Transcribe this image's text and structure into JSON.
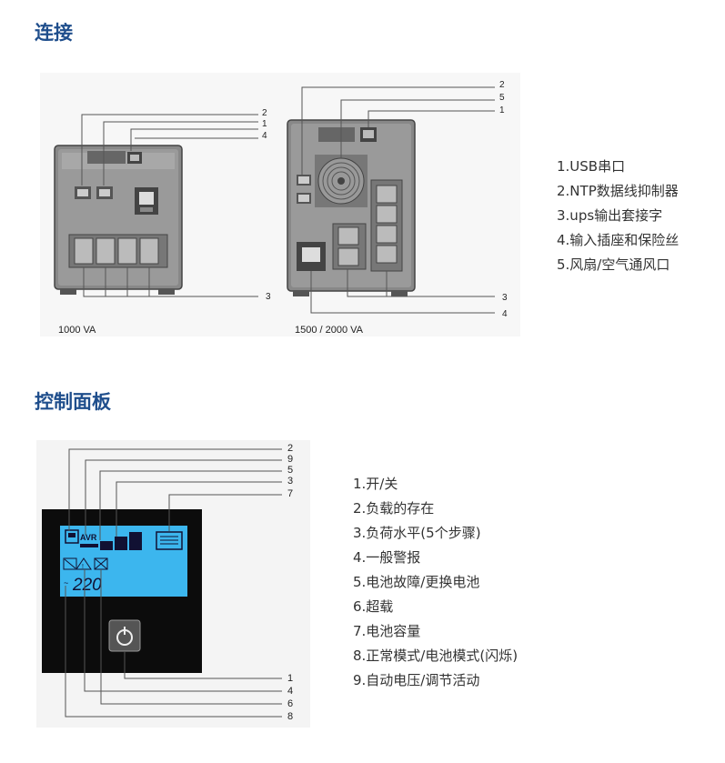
{
  "sections": {
    "connection": {
      "title": "连接",
      "figure": {
        "model_left": "1000 VA",
        "model_right": "1500 / 2000 VA",
        "left_callouts": [
          "2",
          "1",
          "4",
          "3"
        ],
        "right_callouts": [
          "2",
          "5",
          "1",
          "3",
          "4"
        ]
      },
      "legend": [
        "1.USB串口",
        "2.NTP数据线抑制器",
        "3.ups输出套接字",
        "4.输入插座和保险丝",
        "5.风扇/空气通风口"
      ]
    },
    "control_panel": {
      "title": "控制面板",
      "figure": {
        "lcd_reading": "220",
        "avr_label": "AVR",
        "top_callouts": [
          "2",
          "9",
          "5",
          "3",
          "7"
        ],
        "bottom_callouts": [
          "1",
          "4",
          "6",
          "8"
        ],
        "lcd_color": "#3cb6ee"
      },
      "legend": [
        "1.开/关",
        "2.负载的存在",
        "3.负荷水平(5个步骤)",
        "4.一般警报",
        "5.电池故障/更换电池",
        "6.超载",
        "7.电池容量",
        "8.正常模式/电池模式(闪烁)",
        "9.自动电压/调节活动"
      ]
    }
  },
  "colors": {
    "heading": "#1f4e8c",
    "text": "#333333"
  }
}
